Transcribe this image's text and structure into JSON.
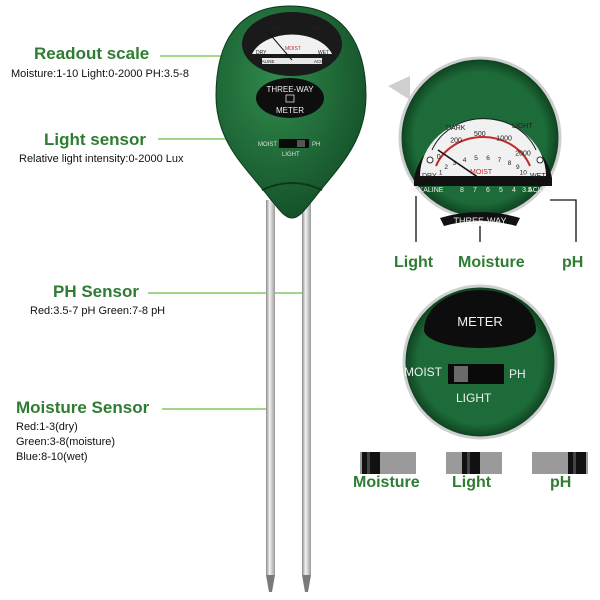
{
  "callouts": {
    "readout": {
      "title": "Readout scale",
      "desc": "Moisture:1-10  Light:0-2000  PH:3.5-8"
    },
    "light": {
      "title": "Light sensor",
      "desc": "Relative light intensity:0-2000 Lux"
    },
    "ph": {
      "title": "PH Sensor",
      "desc": "Red:3.5-7 pH  Green:7-8 pH"
    },
    "moisture": {
      "title": "Moisture Sensor",
      "lines": [
        "Red:1-3(dry)",
        "Green:3-8(moisture)",
        "Blue:8-10(wet)"
      ]
    }
  },
  "device": {
    "brand_top": "THREE-WAY",
    "brand_bottom": "METER",
    "switch_moist": "MOIST",
    "switch_ph": "PH",
    "switch_light": "LIGHT",
    "dial_dark": "DARK",
    "dial_light": "LIGHT",
    "dial_moist": "MOIST",
    "dial_dry": "DRY",
    "dial_wet": "WET",
    "dial_alkaline": "ALKALINE",
    "dial_acidic": "ACIDIC"
  },
  "zoom_dial": {
    "dark": "DARK",
    "light": "LIGHT",
    "moist": "MOIST",
    "dry": "DRY",
    "wet": "WET",
    "alkaline": "ALKALINE",
    "acidic": "ACIDIC",
    "light_ticks": [
      "0",
      "200",
      "500",
      "1000",
      "2000"
    ],
    "moist_ticks": [
      "1",
      "2",
      "3",
      "4",
      "5",
      "6",
      "7",
      "8",
      "9",
      "10"
    ],
    "ph_ticks": [
      "8",
      "7",
      "6",
      "5",
      "4",
      "3.5"
    ],
    "brand": "THREE-WAY",
    "legend": [
      "Light",
      "Moisture",
      "pH"
    ]
  },
  "zoom_switch": {
    "brand": "METER",
    "moist": "MOIST",
    "ph": "PH",
    "light": "LIGHT",
    "legend": [
      "Moisture",
      "Light",
      "pH"
    ]
  },
  "colors": {
    "green_label": "#2e7d32",
    "device_green": "#1f6b3a",
    "callout_line": "#6abf45"
  }
}
